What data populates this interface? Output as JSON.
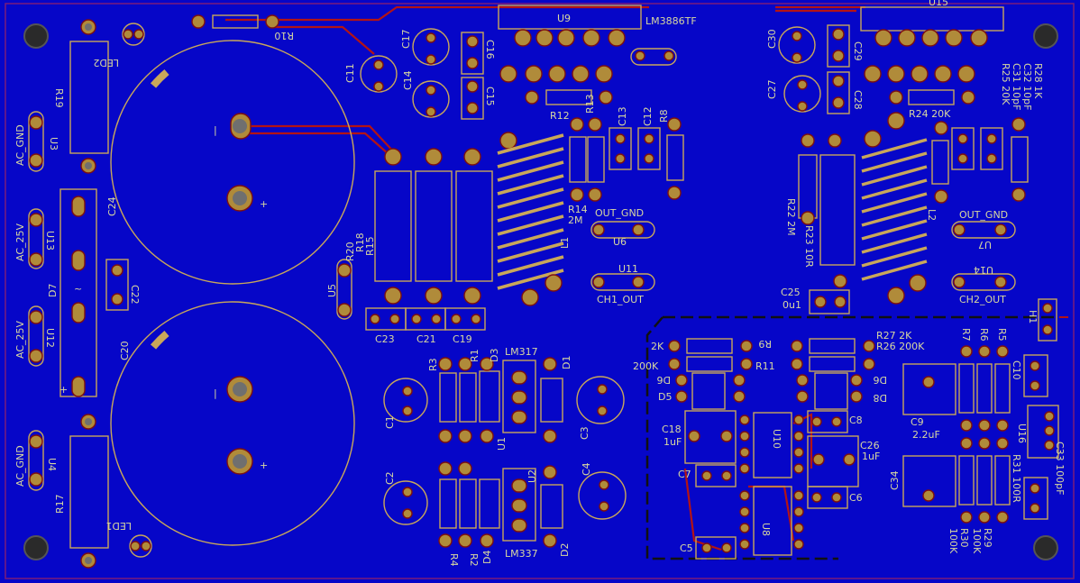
{
  "theme": {
    "background": "#0606c8",
    "silkscreen": "#c9a75a",
    "pad_fill": "#b08b3a",
    "pad_ring": "#7d1010",
    "trace": "#b41414",
    "label": "#d8d8a0"
  },
  "labels": {
    "led2": "LED2",
    "led1": "LED1",
    "r10": "R10",
    "r19": "R19",
    "r17": "R17",
    "u3": "U3",
    "u4": "U4",
    "u13": "U13",
    "u12": "U12",
    "ac_gnd_top": "AC_GND",
    "ac_25v_top": "AC_25V",
    "ac_25v_bottom": "AC_25V",
    "ac_gnd_bottom": "AC_GND",
    "d7": "D7",
    "c24": "C24",
    "c20": "C20",
    "c22": "C22",
    "c11": "C11",
    "c14": "C14",
    "c17": "C17",
    "c16": "C16",
    "c15": "C15",
    "u9": "U9",
    "lm3886": "LM3886TF",
    "r12": "R12",
    "r13": "R13",
    "c13": "C13",
    "c12": "C12",
    "r8": "R8",
    "r14_2m": "R14\n2M",
    "l1": "L1",
    "out_gnd_1": "OUT_GND",
    "u6": "U6",
    "u11": "U11",
    "ch1_out": "CH1_OUT",
    "r20": "R20",
    "r18": "R18",
    "r15": "R15",
    "u5": "U5",
    "c23": "C23",
    "c21": "C21",
    "c19": "C19",
    "u15": "U15",
    "c30": "C30",
    "c29": "C29",
    "c27": "C27",
    "c28": "C28",
    "r25_20k": "R25 20K",
    "c31_10pf": "C31 10pF",
    "c32_10pf": "C32 10pF",
    "r28_1k": "R28 1K",
    "r24_20k": "R24 20K",
    "r22_2m": "R22 2M",
    "r23_10r": "R23 10R",
    "l2": "L2",
    "out_gnd_2": "OUT_GND",
    "u7": "U7",
    "u14": "U14",
    "ch2_out": "CH2_OUT",
    "c25": "C25",
    "c25_val": "0u1",
    "h1": "H1",
    "r3": "R3",
    "r1": "R1",
    "d3": "D3",
    "lm317": "LM317",
    "d1": "D1",
    "u1": "U1",
    "c1": "C1",
    "c3": "C3",
    "c2": "C2",
    "c4": "C4",
    "r4": "R4",
    "r2": "R2",
    "d4": "D4",
    "u2": "U2",
    "lm337": "LM337",
    "d2": "D2",
    "r9_2k": "2K",
    "r9": "R9",
    "r11_200k": "200K",
    "r11": "R11",
    "d6_l": "D6",
    "d5": "D5",
    "r27_2k": "R27 2K",
    "r26_200k": "R26 200K",
    "d6_r": "D6",
    "d8": "D8",
    "c18": "C18",
    "c18_val": "1uF",
    "u10": "U10",
    "c8": "C8",
    "c26": "C26",
    "c26_val": "1uF",
    "c7": "C7",
    "c6": "C6",
    "u8": "U8",
    "c5": "C5",
    "r7": "R7",
    "r6": "R6",
    "r5": "R5",
    "c10": "C10",
    "c9": "C9",
    "c9_val": "2.2uF",
    "u16": "U16",
    "c34": "C34",
    "r31_100r": "R31 100R",
    "c33_100pf": "C33 100pF",
    "r30_100k": "R30\n100K",
    "r29_100k": "R29\n100K"
  }
}
